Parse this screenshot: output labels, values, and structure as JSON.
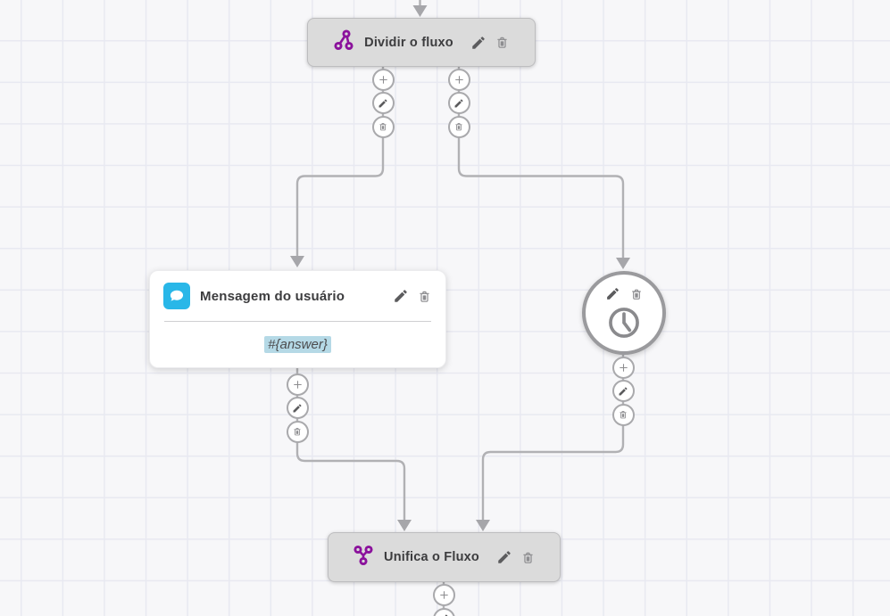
{
  "canvas": {
    "background": "#f7f7f9",
    "grid_line_color": "#e8e9f1"
  },
  "palette": {
    "flow-purple": "#8b129c",
    "message-blue": "#29b7e8",
    "highlight": "#b5d9e6",
    "edge": "#b1b1b4"
  },
  "nodes": {
    "dividir": {
      "title": "Dividir o fluxo",
      "icon": "split-flow-icon"
    },
    "mensagem": {
      "title": "Mensagem do usuário",
      "body": "#{answer}",
      "icon": "chat-bubble-icon"
    },
    "timer": {
      "icon": "clock-icon"
    },
    "unifica": {
      "title": "Unifica o Fluxo",
      "icon": "merge-flow-icon"
    }
  }
}
